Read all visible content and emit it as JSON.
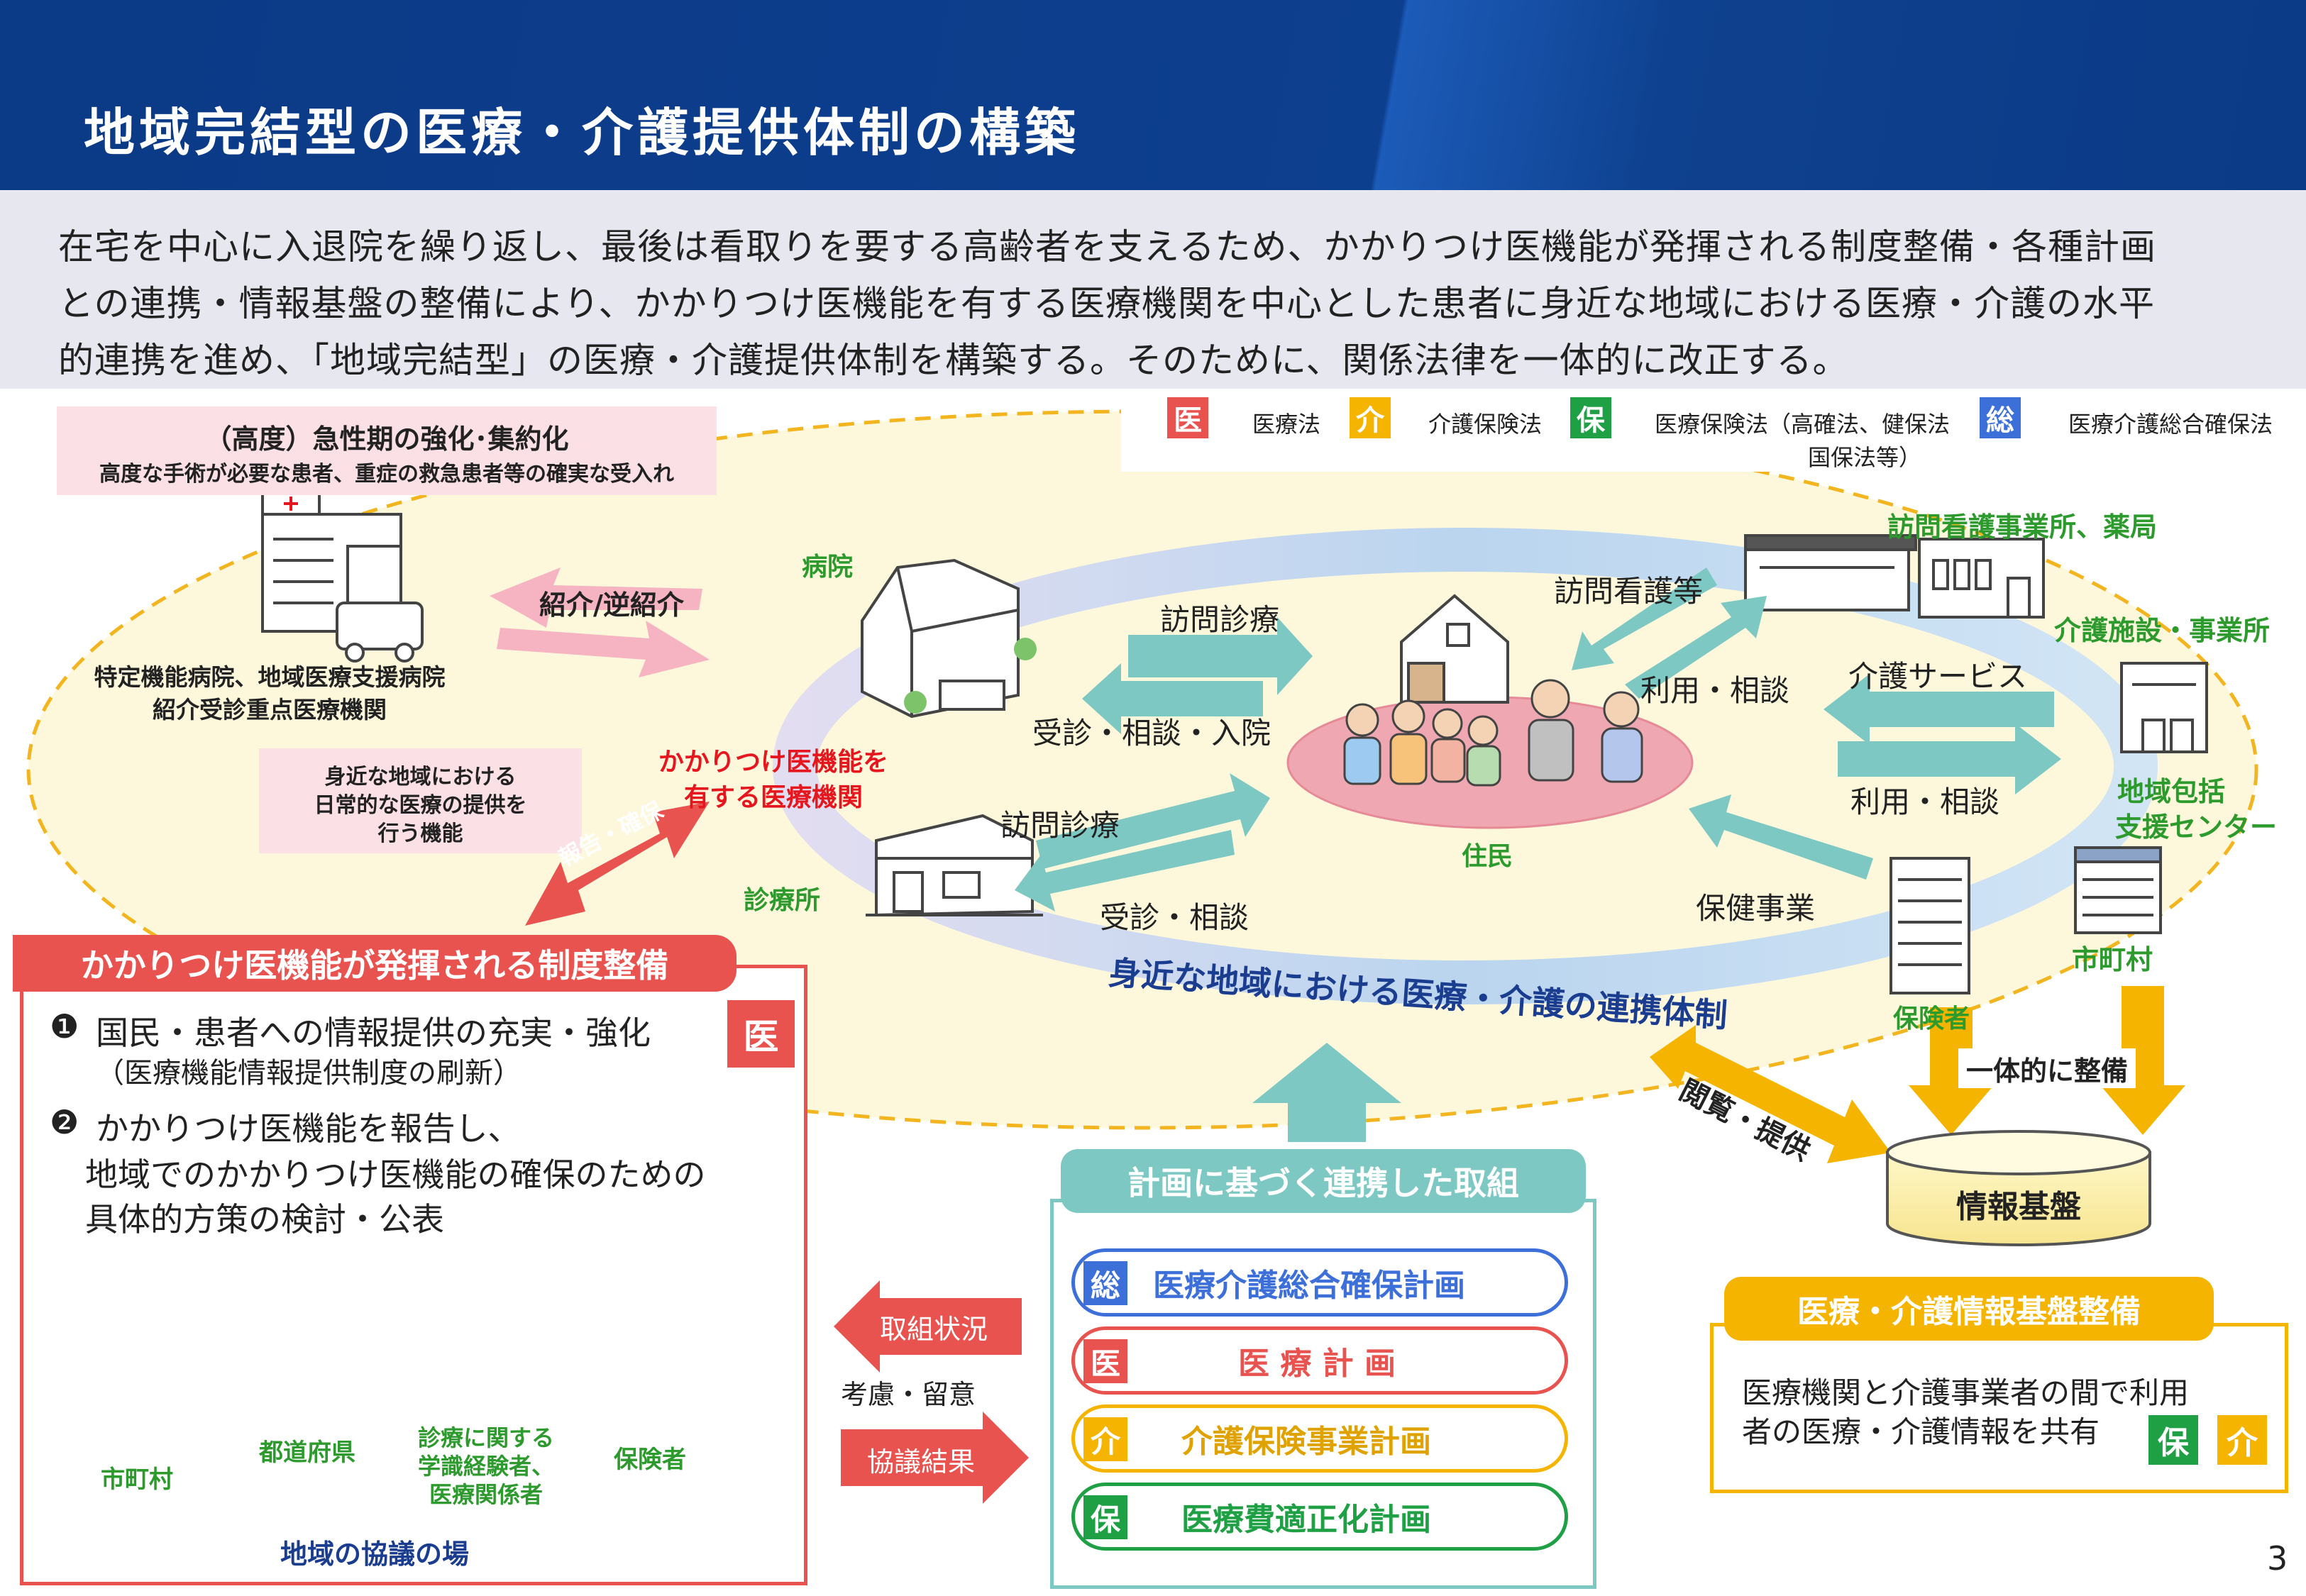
{
  "header": {
    "title": "地域完結型の医療・介護提供体制の構築",
    "intro": [
      "在宅を中心に入退院を繰り返し、最後は看取りを要する高齢者を支えるため、かかりつけ医機能が発揮される制度整備・各種計画",
      "との連携・情報基盤の整備により、かかりつけ医機能を有する医療機関を中心とした患者に身近な地域における医療・介護の水平",
      "的連携を進め、「地域完結型」の医療・介護提供体制を構築する。そのために、関係法律を一体的に改正する。"
    ]
  },
  "legend": [
    {
      "badge": "医",
      "text": "医療法",
      "color": "#e8524f"
    },
    {
      "badge": "介",
      "text": "介護保険法",
      "color": "#f5b400"
    },
    {
      "badge": "保",
      "text": "医療保険法（高確法、健保法",
      "text2": "国保法等）",
      "color": "#1fa045"
    },
    {
      "badge": "総",
      "text": "医療介護総合確保法",
      "color": "#3d6fd9"
    }
  ],
  "acute": {
    "title": "（高度）急性期の強化･集約化",
    "subtitle": "高度な手術が必要な患者、重症の救急患者等の確実な受入れ",
    "hospital_label1": "特定機能病院、地域医療支援病院",
    "hospital_label2": "紹介受診重点医療機関",
    "referral": "紹介/逆紹介"
  },
  "daily": {
    "line1": "身近な地域における",
    "line2": "日常的な医療の提供を",
    "line3": "行う機能"
  },
  "kakaritsuke": {
    "line1": "かかりつけ医機能を",
    "line2": "有する医療機関"
  },
  "report_arrow": "報告・確保",
  "ring": {
    "hospital": "病院",
    "clinic": "診療所",
    "residents": "住民",
    "visit_nursing_station": "訪問看護事業所、薬局",
    "care_facility": "介護施設・事業所",
    "support_center1": "地域包括",
    "support_center2": "支援センター",
    "municipality": "市町村",
    "insurer": "保険者",
    "home_visit1": "訪問診療",
    "consult_admit": "受診・相談・入院",
    "home_visit2": "訪問診療",
    "consult": "受診・相談",
    "visit_nursing": "訪問看護等",
    "use_consult1": "利用・相談",
    "care_service": "介護サービス",
    "use_consult2": "利用・相談",
    "health_program": "保健事業",
    "banner": "身近な地域における医療・介護の連携体制"
  },
  "left_box": {
    "title": "かかりつけ医機能が発揮される制度整備",
    "item1_num": "❶",
    "item1": "国民・患者への情報提供の充実・強化",
    "item1_sub": "（医療機能情報提供制度の刷新）",
    "item1_badge": "医",
    "item2_num": "❷",
    "item2_line1": "かかりつけ医機能を報告し、",
    "item2_line2": "地域でのかかりつけ医機能の確保のための",
    "item2_line3": "具体的方策の検討・公表",
    "council": {
      "municipality": "市町村",
      "prefecture": "都道府県",
      "experts1": "診療に関する",
      "experts2": "学識経験者、",
      "experts3": "医療関係者",
      "insurer": "保険者",
      "title": "地域の協議の場"
    }
  },
  "middle": {
    "progress": "取組状況",
    "consider": "考慮・留意",
    "result": "協議結果"
  },
  "plans": {
    "title": "計画に基づく連携した取組",
    "rows": [
      {
        "badge": "総",
        "text": "医療介護総合確保計画",
        "color": "#3d6fd9"
      },
      {
        "badge": "医",
        "text": "医 療 計 画",
        "color": "#e8524f"
      },
      {
        "badge": "介",
        "text": "介護保険事業計画",
        "color": "#f5b400"
      },
      {
        "badge": "保",
        "text": "医療費適正化計画",
        "color": "#1fa045"
      }
    ]
  },
  "info": {
    "browse": "閲覧・提供",
    "integrated": "一体的に整備",
    "platform": "情報基盤",
    "box_title": "医療・介護情報基盤整備",
    "box_line1": "医療機関と介護事業者の間で利用",
    "box_line2": "者の医療・介護情報を共有",
    "badge1": "保",
    "badge2": "介"
  },
  "page_number": "3"
}
